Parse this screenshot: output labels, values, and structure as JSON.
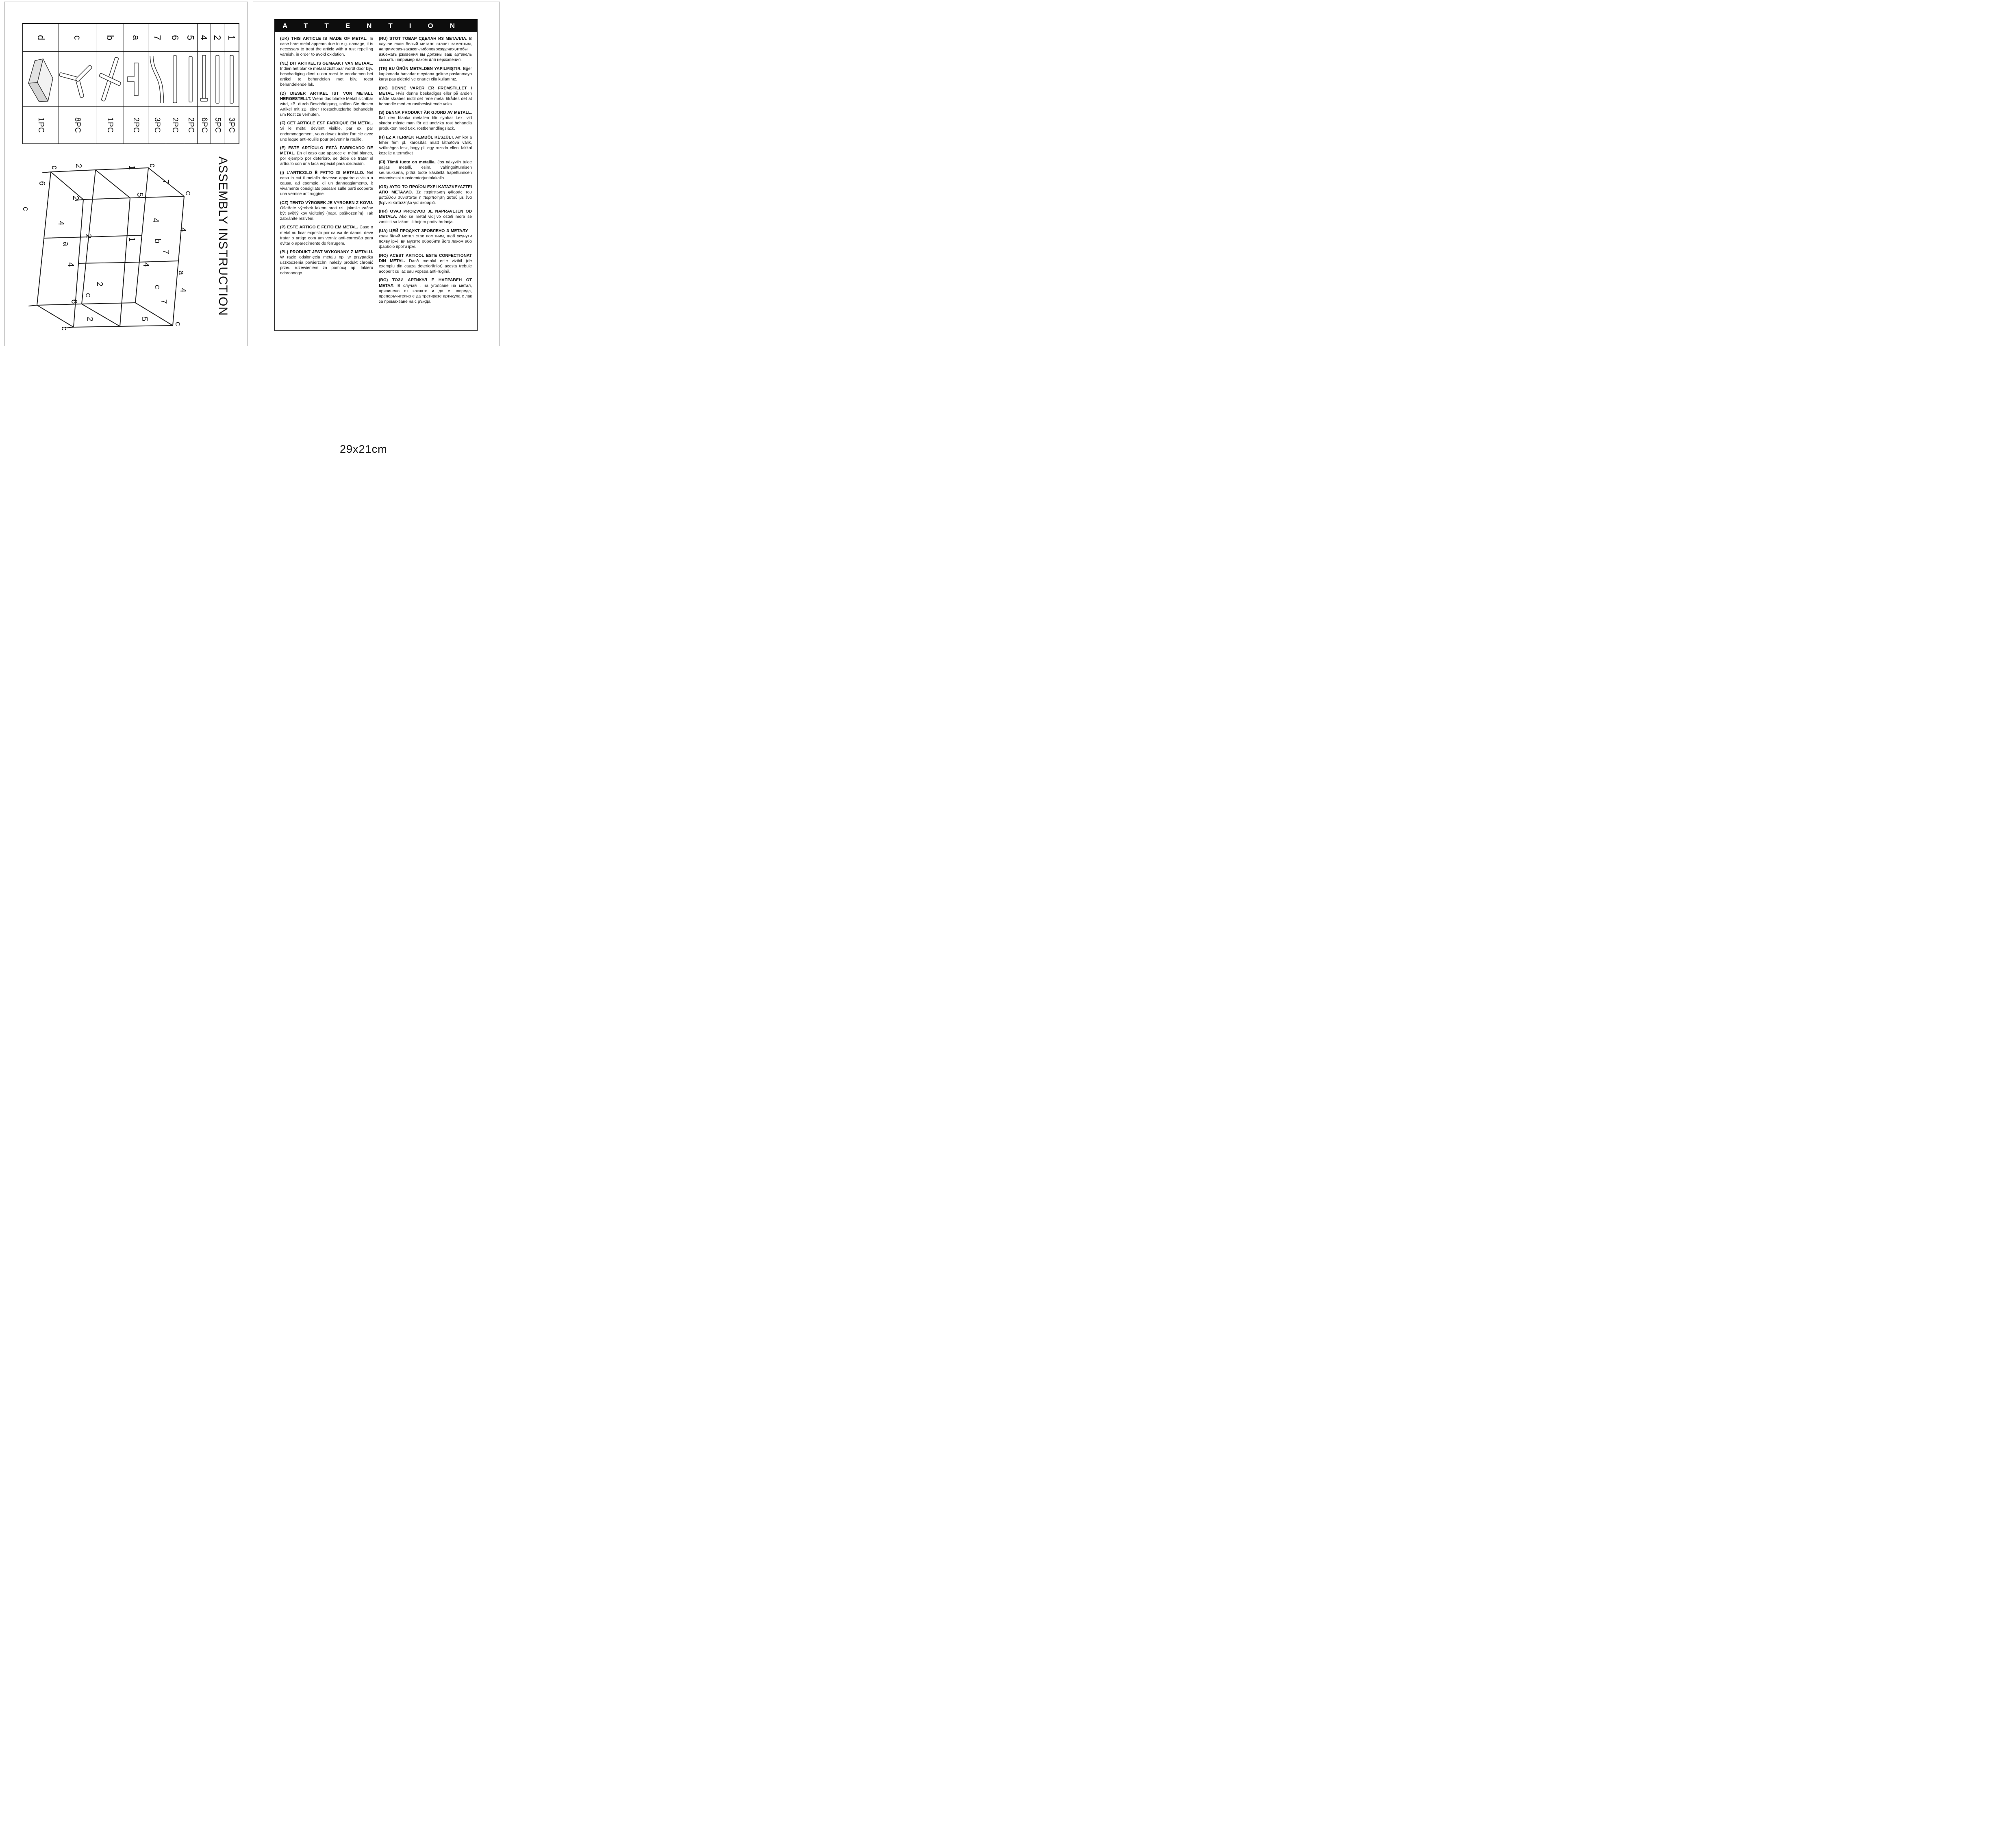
{
  "footer": {
    "size_label": "29x21cm"
  },
  "left_page": {
    "title": "ASSEMBLY INSTRUCTION",
    "parts": [
      {
        "id": "1",
        "qty": "3PC"
      },
      {
        "id": "2",
        "qty": "5PC"
      },
      {
        "id": "4",
        "qty": "6PC"
      },
      {
        "id": "5",
        "qty": "2PC"
      },
      {
        "id": "6",
        "qty": "2PC"
      },
      {
        "id": "7",
        "qty": "3PC"
      },
      {
        "id": "a",
        "qty": "2PC"
      },
      {
        "id": "b",
        "qty": "1PC"
      },
      {
        "id": "c",
        "qty": "8PC"
      },
      {
        "id": "d",
        "qty": "1PC"
      }
    ],
    "diagram_labels": [
      "c",
      "2",
      "1",
      "c",
      "7",
      "c",
      "6",
      "c",
      "2",
      "5",
      "4",
      "4",
      "4",
      "a",
      "2",
      "1",
      "b",
      "7",
      "4",
      "4",
      "a",
      "2",
      "c",
      "4",
      "c",
      "6",
      "7",
      "2",
      "5",
      "c",
      "c"
    ]
  },
  "attention": {
    "title": "ATTENTION",
    "columns": [
      [
        {
          "lead": "(UK) THIS ARTICLE IS MADE OF METAL.",
          "body": "In case bare metal appears due to e.g. damage, it is necessary to treat the article with a rust repelling varnish, in order to avoid oxidation."
        },
        {
          "lead": "(NL) DIT ARTIKEL IS GEMAAKT VAN METAAL.",
          "body": "Indien het blanke metaal zichtbaar wordt door bijv. beschadiging dient u om roest te voorkomen het artikel te behandelen met bijv. roest behandelende lak."
        },
        {
          "lead": "(D) DIESER ARTIKEL IST VON METALL HERGESTELLT.",
          "body": "Wenn das blanke Metall sichtbar wird, zB. durch Beschädigung, sollten Sie diesen Artikel mit zB. einer Rostschutzfarbe behandeln um Rost zu verhüten."
        },
        {
          "lead": "(F) CET ARTICLE EST FABRIQUÉ EN MÉTAL.",
          "body": "Si le métal devient visible, par ex. par endommagement, vous devez traiter l'article avec une laque anti-rouille pour prévenir la rouille."
        },
        {
          "lead": "(E) ESTE ARTÍCULO ESTÁ FABRICADO DE MÉTAL.",
          "body": "En el caso que aparece el métal blanco, por ejemplo por deterioro, se debe de tratar el artículo con una laca especial para oxidación."
        },
        {
          "lead": "(I) L'ARTICOLO È FATTO DI METALLO.",
          "body": "Nel caso in cui il metallo dovesse apparire a vista a causa, ad esempio, di un danneggiamento, è vivamente consigliato passare sulle parti scoperte una vernice antiruggine."
        },
        {
          "lead": "(CZ) TENTO VÝROBEK JE VYROBEN Z KOVU.",
          "body": "Ošetřete výrobek lakem proti rzi, jakmile začne být světlý kov viditelný (např. poškozením). Tak zabráníte rezivění."
        },
        {
          "lead": "(P) ESTE ARTIGO É FEITO EM METAL.",
          "body": "Caso o metal nu ficar exposto por causa de danos, deve tratar o artigo com um verniz anti-corrosão para evitar o aparecimento de ferrugem."
        },
        {
          "lead": "(PL) PRODUKT JEST WYKONANY Z METALU.",
          "body": "W razie odsłonięcia metalu np. w przypadku uszkodzenia powierzchni należy produkt chronić przed rdzewieniem za pomocą np. lakieru ochronnego."
        }
      ],
      [
        {
          "lead": "(RU) ЭТОТ ТОВАР СДЕЛАН ИЗ МЕТАЛЛА.",
          "body": "В случае если белый металл станет заметным, напримериз-закаког-либоповреждения,чтобы избежать ржавения вы должны ваш артикель смазать например лаком для нержавения."
        },
        {
          "lead": "(TR) BU ÜRÜN METALDEN YAPILMIŞTIR.",
          "body": "Eğer kaplamada hasarlar meydana gelirse paslanmaya karşı pas giderici ve onarıcı cila kullanınız."
        },
        {
          "lead": "(DK) DENNE VARER ER FREMSTILLET I METAL.",
          "body": "Hvis denne beskadiges eller på anden måde skrabes indtil det rene metal tilrådes det at behandle med en rustbeskyttende voks."
        },
        {
          "lead": "(S) DENNA PRODUKT ÄR GJORD AV METALL.",
          "body": "Ifall den blanka metallen blir synbar t.ex. vid skador måste man för att undvika rost behandla produkten med t.ex. rostbehandlingslack."
        },
        {
          "lead": "(H) EZ A TERMÉK FEMBŐL KÉSZÜLT.",
          "body": "Amikor a fehér fém pl. károsítás miatt láthatóvá válik, szükséges lesz, hogy pl. egy rozsda elleni lakkal kezelje a terméket"
        },
        {
          "lead": "(FI) Tämä tuote on metallia.",
          "body": "Jos näkyviin tulee paljas metalli, esim. vahingoittumisen seurauksena, pitää tuote käsitellä hapettumisen estämiseksi ruosteentorjuntalakalla."
        },
        {
          "lead": "(GR) ΑΥΤΟ ΤΟ ΠΡΟΪΟΝ ΕΧΕΙ ΚΑΤΑΣΚΕΥΑΣΤΕΙ ΑΠΟ ΜΕΤΑΛΛΟ.",
          "body": "Σε περίπτωση φθοράς του μετάλλου συνιστάται η περιποίηση αυτού με ένα βερνίκι κατάλληλο για σκουριά."
        },
        {
          "lead": "(HR) OVAJ PROIZVOD JE NAPRAVLJEN OD METALA.",
          "body": "Ako se metal vidljivo osteti mora se zastititi sa lakom ili bojom protiv hrdanja."
        },
        {
          "lead": "(UA) ЦЕЙ ПРОДУКТ ЗРОБЛЕНО З МЕТАЛУ –",
          "body": "коли білий метал стає помітним, щоб усунути появу іржі, ви мусите обробити його лаком або фарбою проти іржі."
        },
        {
          "lead": "(RO) ACEST ARTICOL ESTE CONFECȚIONAT DIN METAL.",
          "body": "Dacă metalul este vizibil (de exemplu din cauza deteriorărilor) acesta trebuie acoperit cu lac sau vopsea anti-rugină."
        },
        {
          "lead": "(BG) ТОЗИ АРТИКУЛ Е НАПРАВЕН ОТ МЕТАЛ.",
          "body": "В случай , на уголване на метал, причинено от каквато и да е повреда, препоръчително е да третирате артикула с лак за премахване на с ръжда."
        }
      ]
    ]
  }
}
